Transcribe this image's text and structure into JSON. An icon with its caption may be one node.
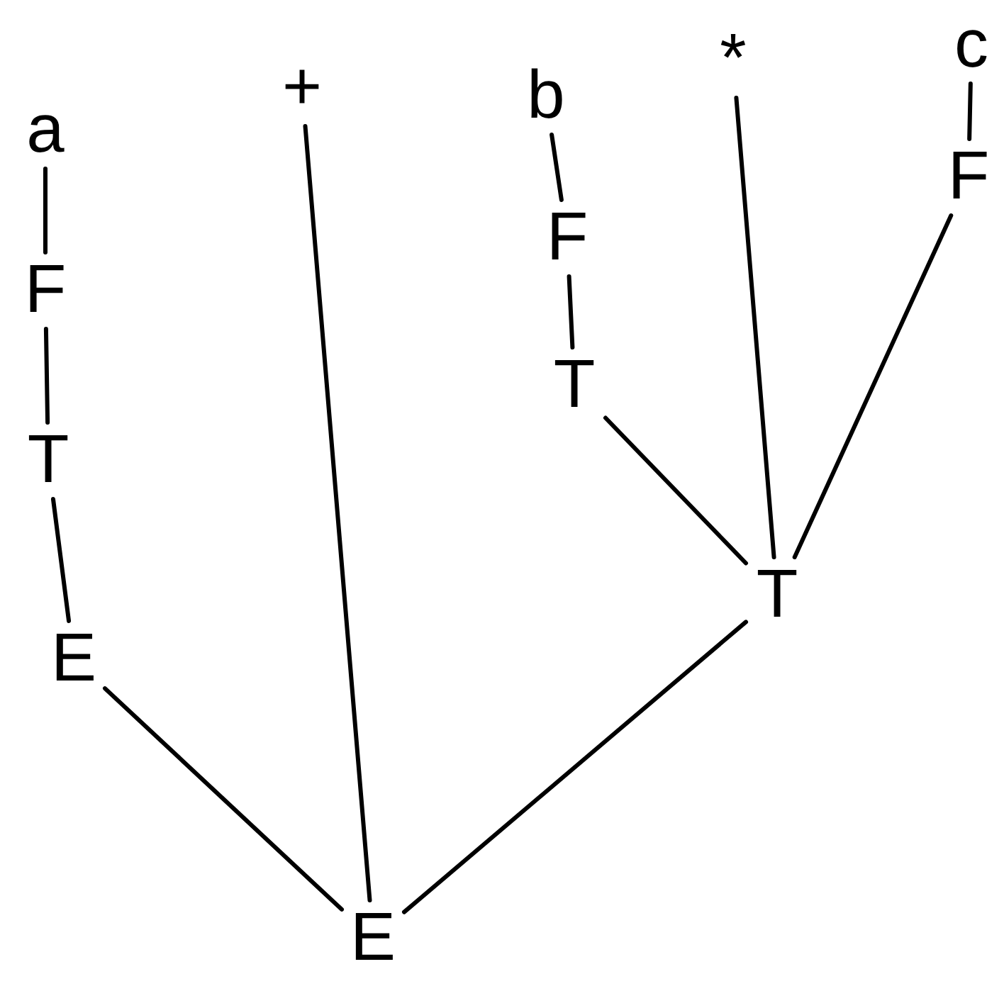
{
  "diagram": {
    "nodes": [
      {
        "text": [
          "a"
        ]
      },
      {
        "text": [
          "F"
        ]
      },
      {
        "text": [
          "T"
        ]
      },
      {
        "text": [
          "E"
        ]
      },
      {
        "text": [
          "+"
        ]
      },
      {
        "text": [
          "b"
        ]
      },
      {
        "text": [
          "F"
        ]
      },
      {
        "text": [
          "T"
        ]
      },
      {
        "text": [
          "*"
        ]
      },
      {
        "text": [
          "c"
        ]
      },
      {
        "text": [
          "F"
        ]
      },
      {
        "text": [
          "T"
        ]
      },
      {
        "text": [
          "E"
        ]
      }
    ],
    "edges": [
      {
        "from": 0,
        "to": 1,
        "arrow": "none"
      },
      {
        "from": 1,
        "to": 2,
        "arrow": "none"
      },
      {
        "from": 2,
        "to": 3,
        "arrow": "none"
      },
      {
        "from": 5,
        "to": 6,
        "arrow": "none"
      },
      {
        "from": 6,
        "to": 7,
        "arrow": "none"
      },
      {
        "from": 9,
        "to": 10,
        "arrow": "none"
      },
      {
        "from": 7,
        "to": 11,
        "arrow": "none"
      },
      {
        "from": 8,
        "to": 11,
        "arrow": "none"
      },
      {
        "from": 10,
        "to": 11,
        "arrow": "none"
      },
      {
        "from": 3,
        "to": 12,
        "arrow": "none"
      },
      {
        "from": 4,
        "to": 12,
        "arrow": "none"
      },
      {
        "from": 11,
        "to": 12,
        "arrow": "none"
      }
    ]
  }
}
